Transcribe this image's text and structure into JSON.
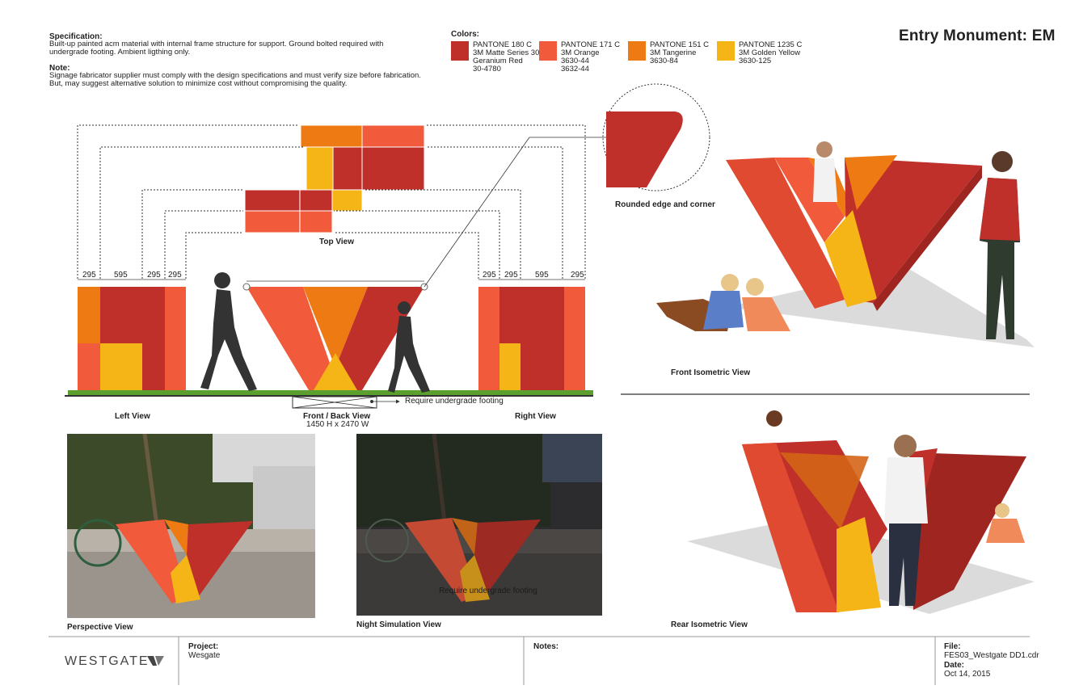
{
  "title": "Entry Monument: EM",
  "spec": {
    "heading": "Specification:",
    "text": "Built-up painted acm material with internal frame structure for support. Ground bolted required with undergrade footing. Ambient ligthing only.",
    "note_heading": "Note:",
    "note_text": "Signage fabricator supplier must comply with the design specifications and must verify size before fabrication. But, may suggest alternative solution to minimize cost without compromising the quality."
  },
  "colors": {
    "heading": "Colors:",
    "items": [
      {
        "hex": "#C0302B",
        "line1": "PANTONE 180 C",
        "line2": "3M Matte Series 30",
        "line3": "Geranium Red",
        "line4": "30-4780"
      },
      {
        "hex": "#F15A3A",
        "line1": "PANTONE 171 C",
        "line2": "3M Orange",
        "line3": "3630-44",
        "line4": "3632-44"
      },
      {
        "hex": "#EE7A13",
        "line1": "PANTONE 151 C",
        "line2": "3M Tangerine",
        "line3": "3630-84",
        "line4": ""
      },
      {
        "hex": "#F5B516",
        "line1": "PANTONE 1235 C",
        "line2": "3M  Golden Yellow",
        "line3": "3630-125",
        "line4": ""
      }
    ]
  },
  "labels": {
    "top_view": "Top View",
    "rounded": "Rounded edge and corner",
    "left_view": "Left View",
    "front_view": "Front  / Back View",
    "front_size": "1450 H x 2470 W",
    "right_view": "Right View",
    "footing": "Require undergrade footing",
    "front_iso": "Front Isometric View",
    "rear_iso": "Rear Isometric View",
    "perspective": "Perspective View",
    "night": "Night Simulation View",
    "night_overlay": "Require undergrade footing"
  },
  "dimensions": {
    "left": [
      "295",
      "595",
      "295",
      "295"
    ],
    "right": [
      "295",
      "295",
      "595",
      "295"
    ]
  },
  "footer": {
    "logo": "WESTGATE",
    "project_label": "Project:",
    "project_value": "Wesgate",
    "notes_label": "Notes:",
    "file_label": "File:",
    "file_value": "FES03_Westgate DD1.cdr",
    "date_label": "Date:",
    "date_value": "Oct 14,  2015"
  }
}
